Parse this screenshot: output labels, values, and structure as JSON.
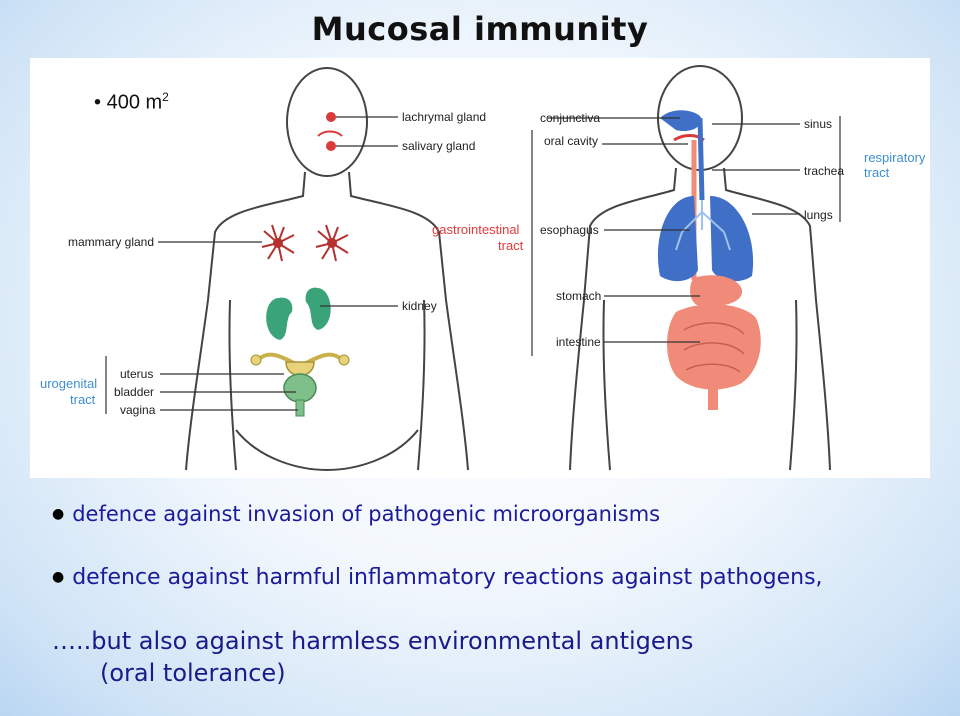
{
  "title": "Mucosal immunity",
  "area": {
    "bullet": "•",
    "value": "400 m",
    "superscript": "2"
  },
  "diagram": {
    "left_labels": {
      "lachrymal": "lachrymal gland",
      "salivary": "salivary gland",
      "mammary": "mammary gland",
      "kidney": "kidney",
      "uterus": "uterus",
      "bladder": "bladder",
      "vagina": "vagina",
      "urogenital_line1": "urogenital",
      "urogenital_line2": "tract"
    },
    "right_labels": {
      "conjunctiva": "conjunctiva",
      "oral_cavity": "oral cavity",
      "sinus": "sinus",
      "trachea": "trachea",
      "lungs": "lungs",
      "esophagus": "esophagus",
      "stomach": "stomach",
      "intestine": "intestine",
      "gi_line1": "gastrointestinal",
      "gi_line2": "tract",
      "resp_line1": "respiratory",
      "resp_line2": "tract"
    },
    "colors": {
      "outline": "#444444",
      "gland_red": "#d93a3a",
      "kidney_green": "#3aa37a",
      "uterus_yellow": "#e8d37a",
      "bladder_green": "#7fbf8a",
      "lung_blue": "#3f6fc6",
      "gut_salmon": "#f08b7a",
      "gi_label": "#e23b3b",
      "resp_label": "#3f8fd0",
      "uro_label": "#3f8fd0"
    }
  },
  "bullets": {
    "b1": "defence against invasion of pathogenic microorganisms",
    "b2": "defence against harmful inflammatory reactions against pathogens,",
    "b3": "…..but also against harmless environmental antigens",
    "b4": "(oral tolerance)"
  }
}
